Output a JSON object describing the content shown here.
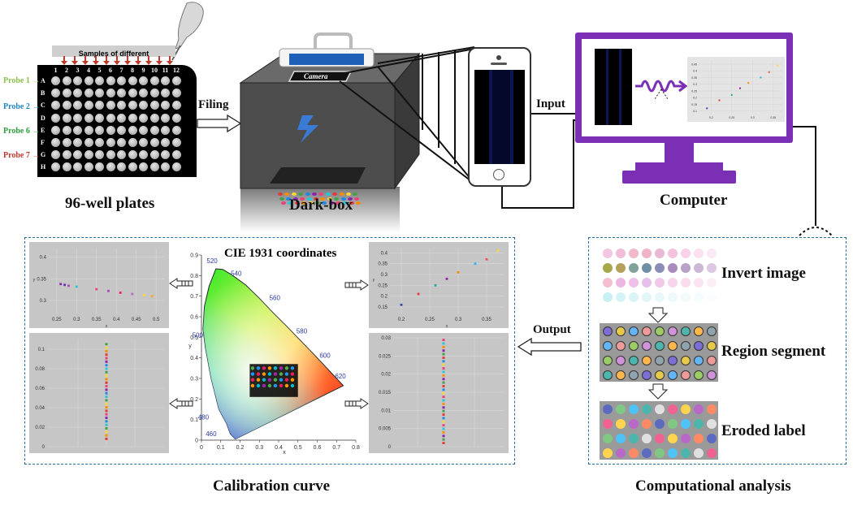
{
  "plate": {
    "samples_label": "Samples of different concentrations",
    "columns": [
      "1",
      "2",
      "3",
      "4",
      "5",
      "6",
      "7",
      "8",
      "9",
      "10",
      "11",
      "12"
    ],
    "rows": [
      "A",
      "B",
      "C",
      "D",
      "E",
      "F",
      "G",
      "H"
    ],
    "probes": [
      {
        "label": "Probe 1",
        "color": "#8bc34a"
      },
      {
        "label": "Probe 2",
        "color": "#1e88c8"
      },
      {
        "label": "Probe 6",
        "color": "#2e9e3a"
      },
      {
        "label": "Probe 7",
        "color": "#c0392b"
      }
    ],
    "title": "96-well plates"
  },
  "darkbox": {
    "camera_label": "Camera",
    "title": "Dark-box"
  },
  "arrows": {
    "filing": "Filing",
    "input": "Input",
    "output": "Output"
  },
  "computer": {
    "title": "Computer"
  },
  "cie": {
    "title": "CIE 1931 coordinates",
    "wavelengths": [
      "520",
      "540",
      "560",
      "580",
      "600",
      "620",
      "500",
      "480",
      "460"
    ],
    "x_ticks": [
      "0",
      "0.1",
      "0.2",
      "0.3",
      "0.4",
      "0.5",
      "0.6",
      "0.7",
      "0.8"
    ],
    "y_ticks": [
      "0.9",
      "0.8",
      "0.7",
      "0.6",
      "0.5",
      "0.4",
      "0.3",
      "0.2",
      "0.1",
      "0"
    ],
    "xlabel": "x",
    "ylabel": "y"
  },
  "plots": {
    "tl": {
      "x_ticks": [
        "0.25",
        "0.3",
        "0.35",
        "0.4",
        "0.45",
        "0.5"
      ],
      "y_ticks": [
        "0.4",
        "0.35",
        "0.3"
      ],
      "xlabel": "x",
      "ylabel": "y"
    },
    "bl": {
      "y_ticks": [
        "0.1",
        "0.08",
        "0.06",
        "0.04",
        "0.02",
        "0"
      ]
    },
    "tr": {
      "x_ticks": [
        "0.2",
        "0.25",
        "0.3",
        "0.35"
      ],
      "y_ticks": [
        "0.4",
        "0.35",
        "0.3",
        "0.25",
        "0.2",
        "0.15"
      ],
      "xlabel": "x",
      "ylabel": "y"
    },
    "br": {
      "y_ticks": [
        "0.03",
        "0.025",
        "0.02",
        "0.015",
        "0.01",
        "0.005",
        "0"
      ]
    },
    "monitor": {
      "x_ticks": [
        "0.2",
        "0.25",
        "0.3",
        "0.35"
      ],
      "y_ticks": [
        "0.45",
        "0.4",
        "0.35",
        "0.3",
        "0.25",
        "0.2",
        "0.15",
        "0.1"
      ]
    }
  },
  "analysis": {
    "steps": [
      "Invert image",
      "Region segment",
      "Eroded label"
    ],
    "title": "Computational analysis"
  },
  "calibration": {
    "title": "Calibration curve"
  },
  "colors": {
    "dashed_border": "#2d6f9e",
    "monitor_purple": "#7b2fb5",
    "plot_bg": "#c6c6c6"
  }
}
